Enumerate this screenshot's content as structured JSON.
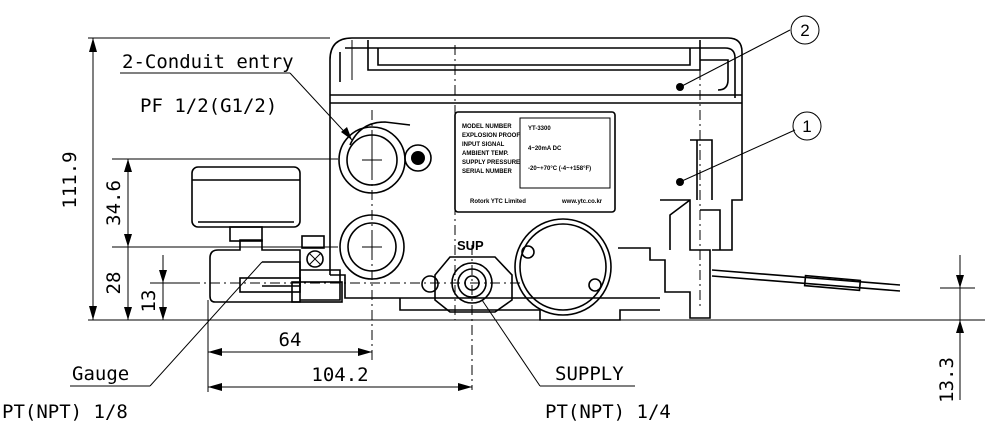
{
  "labels": {
    "conduit_title": "2-Conduit entry",
    "conduit_spec": "PF 1/2(G1/2)",
    "gauge_title": "Gauge",
    "gauge_spec": "PT(NPT) 1/8",
    "supply_title": "SUPPLY",
    "supply_spec": "PT(NPT) 1/4",
    "sup_mark": "SUP",
    "callout_1": "1",
    "callout_2": "2"
  },
  "dimensions": {
    "d_111_9": "111.9",
    "d_34_6": "34.6",
    "d_28": "28",
    "d_13": "13",
    "d_64": "64",
    "d_104_2": "104.2",
    "d_13_3": "13.3"
  },
  "nameplate": {
    "left_lines": [
      "MODEL NUMBER",
      "EXPLOSION PROOF",
      "INPUT SIGNAL",
      "AMBIENT TEMP.",
      "SUPPLY PRESSURE",
      "SERIAL NUMBER"
    ],
    "right_lines": [
      "YT-3300",
      "4~20mA DC",
      "-20~+70°C (-4~+158°F)"
    ],
    "maker": "Rotork YTC Limited",
    "url": "www.ytc.co.kr"
  }
}
